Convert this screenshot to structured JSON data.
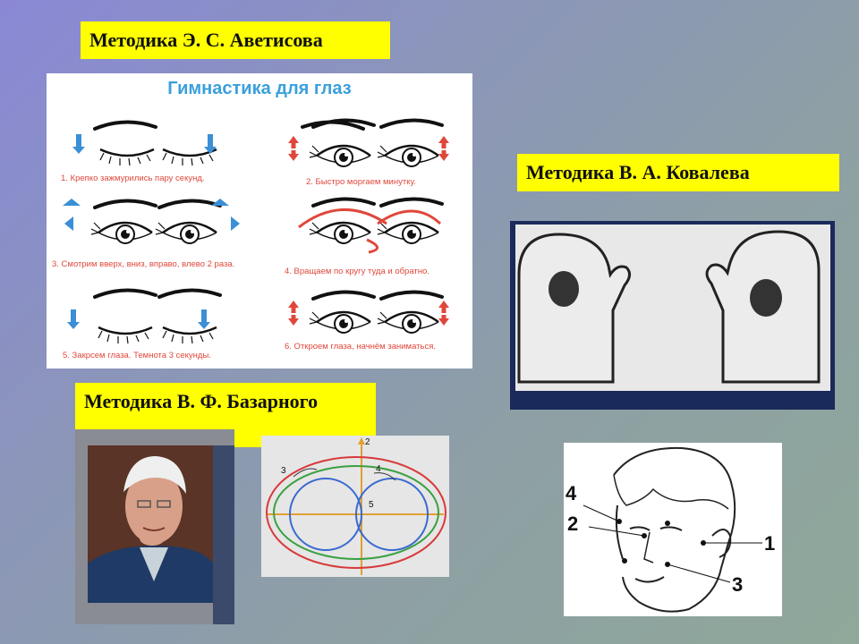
{
  "labels": {
    "avetisov": "Методика Э. С. Аветисова",
    "kovalev": "Методика В. А. Ковалева",
    "bazarny": "Методика В. Ф. Базарного"
  },
  "gymnastics": {
    "title": "Гимнастика для глаз",
    "captions": [
      "1. Крепко зажмурились пару секунд.",
      "2. Быстро моргаем минутку.",
      "3. Смотрим вверх, вниз, вправо, влево 2 раза.",
      "4. Вращаем по кругу туда и обратно.",
      "5. Закрсем глаза. Темнота 3 секунды.",
      "6. Откроем глаза, начнём заниматься."
    ]
  },
  "trajectory_numbers": [
    "2",
    "3",
    "4",
    "5"
  ],
  "face_points": [
    "4",
    "2",
    "1",
    "3"
  ],
  "colors": {
    "label_bg": "#ffff00",
    "gym_title": "#3aa0dc",
    "caption": "#e0473b",
    "arrow_blue": "#3a8fd6",
    "arrow_red": "#e0473b"
  }
}
